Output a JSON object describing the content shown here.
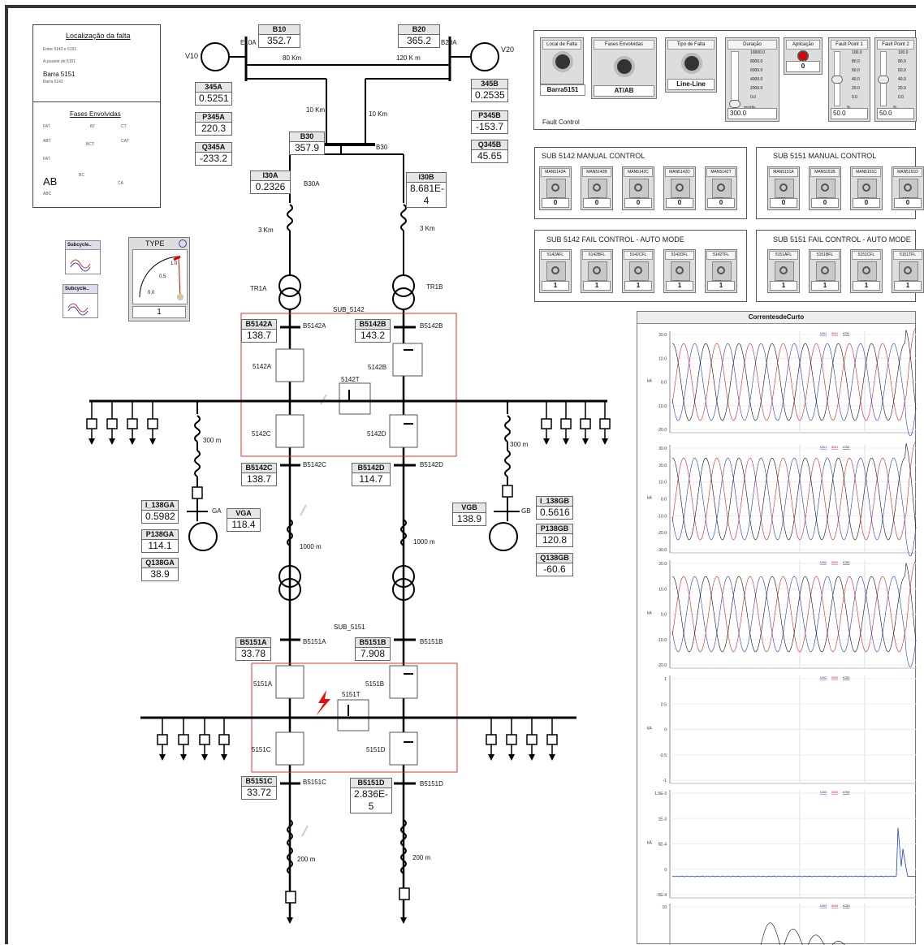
{
  "fault_location": {
    "title": "Localização da falta",
    "line1": "Entre 5142 e 5151",
    "line2": "A jusante de 5151",
    "bus": "Barra 5151",
    "bus_sub": "Barra 5142",
    "phases_title": "Fases Envolvidas",
    "phase_labels": [
      "FAT",
      "BT",
      "CT",
      "ABT",
      "BCT",
      "CAT",
      "FAT",
      "BC",
      "CA"
    ],
    "selected": "AB",
    "selected_sub": "ABC"
  },
  "top_buses": {
    "b10": {
      "label": "B10",
      "value": "352.7"
    },
    "b20": {
      "label": "B20",
      "value": "365.2"
    },
    "b30": {
      "label": "B30",
      "value": "357.9"
    },
    "v10": "V10",
    "v20": "V20",
    "e10a": "E10A",
    "b20a": "B20A",
    "b30_tag": "B30",
    "d80": "80 Km",
    "d120": "120 K m",
    "d10a": "10 Km",
    "d10b": "10 Km"
  },
  "measurements_left": [
    {
      "label": "345A",
      "value": "0.5251"
    },
    {
      "label": "P345A",
      "value": "220.3"
    },
    {
      "label": "Q345A",
      "value": "-233.2"
    }
  ],
  "measurements_right": [
    {
      "label": "345B",
      "value": "0.2535"
    },
    {
      "label": "P345B",
      "value": "-153.7"
    },
    {
      "label": "Q345B",
      "value": "45.65"
    }
  ],
  "i30": {
    "a_label": "I30A",
    "a_value": "0.2326",
    "b_label": "I30B",
    "b_value": "8.681E-4",
    "b30a": "B30A",
    "d3a": "3 Km",
    "d3b": "3 Km",
    "tr1a": "TR1A",
    "tr1b": "TR1B"
  },
  "subcycle_buttons": [
    "Subcycle..",
    "Subcycle.."
  ],
  "type_gauge": {
    "title": "TYPE",
    "value": "1",
    "t1": "1.0",
    "t2": "0.5",
    "t3": "0.0"
  },
  "sub5142": {
    "name": "SUB_5142",
    "b5142a": {
      "label": "B5142A",
      "value": "138.7",
      "tag": "B5142A"
    },
    "b5142b": {
      "label": "B5142B",
      "value": "143.2",
      "tag": "B5142B"
    },
    "b5142c": {
      "label": "B5142C",
      "value": "138.7",
      "tag": "B5142C"
    },
    "b5142d": {
      "label": "B5142D",
      "value": "114.7",
      "tag": "B5142D"
    },
    "sw_a": "5142A",
    "sw_b": "5142B",
    "sw_c": "5142C",
    "sw_d": "5142D",
    "sw_t": "5142T"
  },
  "gen_left": {
    "d300": "300 m",
    "i": {
      "label": "I_138GA",
      "value": "0.5982"
    },
    "p": {
      "label": "P138GA",
      "value": "114.1"
    },
    "q": {
      "label": "Q138GA",
      "value": "38.9"
    },
    "v": {
      "label": "VGA",
      "value": "118.4"
    },
    "ga": "GA",
    "d1000": "1000 m"
  },
  "gen_right": {
    "d300": "300 m",
    "i": {
      "label": "I_138GB",
      "value": "0.5616"
    },
    "p": {
      "label": "P138GB",
      "value": "120.8"
    },
    "q": {
      "label": "Q138GB",
      "value": "-60.6"
    },
    "v": {
      "label": "VGB",
      "value": "138.9"
    },
    "gb": "GB",
    "d1000": "1000 m"
  },
  "sub5151": {
    "name": "SUB_5151",
    "b5151a": {
      "label": "B5151A",
      "value": "33.78",
      "tag": "B5151A"
    },
    "b5151b": {
      "label": "B5151B",
      "value": "7.908",
      "tag": "B5151B"
    },
    "b5151c": {
      "label": "B5151C",
      "value": "33.72",
      "tag": "B5151C"
    },
    "b5151d": {
      "label": "B5151D",
      "value": "2.836E-5",
      "tag": "B5151D"
    },
    "sw_a": "5151A",
    "sw_b": "5151B",
    "sw_c": "5151C",
    "sw_d": "5151D",
    "sw_t": "5151T",
    "d200a": "200 m",
    "d200b": "200 m"
  },
  "fault_control": {
    "title": "Fault Control",
    "local": {
      "header": "Local de Falta",
      "value": "Barra5151"
    },
    "phases": {
      "header": "Fases Envolvidas",
      "value": "AT/AB"
    },
    "type": {
      "header": "Tipo de Falta",
      "value": "Line-Line"
    },
    "duration": {
      "header": "Duração",
      "value": "300.0",
      "ticks": [
        "10000.0",
        "8000.0",
        "6000.0",
        "4000.0",
        "2000.0",
        "0.0"
      ],
      "unit": "ms/div"
    },
    "apply": {
      "header": "Aplicação",
      "value": "0"
    },
    "fp1": {
      "header": "Fault Point 1",
      "value": "50.0",
      "unit": "%",
      "ticks": [
        "100.0",
        "80.0",
        "60.0",
        "40.0",
        "20.0",
        "0.0"
      ]
    },
    "fp2": {
      "header": "Fault Point 2",
      "value": "50.0",
      "unit": "%",
      "ticks": [
        "100.0",
        "80.0",
        "60.0",
        "40.0",
        "20.0",
        "0.0"
      ]
    }
  },
  "manual_5142": {
    "title": "SUB 5142 MANUAL CONTROL",
    "switches": [
      {
        "name": "MAN5142A",
        "state": "OFF",
        "value": "0"
      },
      {
        "name": "MAN5142B",
        "state": "OFF",
        "value": "0"
      },
      {
        "name": "MAN5142C",
        "state": "OFF",
        "value": "0"
      },
      {
        "name": "MAN5142D",
        "state": "OFF",
        "value": "0"
      },
      {
        "name": "MAN5142T",
        "state": "OFF",
        "value": "0"
      }
    ]
  },
  "manual_5151": {
    "title": "SUB 5151 MANUAL CONTROL",
    "switches": [
      {
        "name": "MAN5151A",
        "state": "OFF",
        "value": "0"
      },
      {
        "name": "MAN5151B",
        "state": "OFF",
        "value": "0"
      },
      {
        "name": "MAN5151C",
        "state": "OFF",
        "value": "0"
      },
      {
        "name": "MAN5151D",
        "state": "OFF",
        "value": "0"
      }
    ]
  },
  "auto_5142": {
    "title": "SUB 5142 FAIL CONTROL - AUTO MODE",
    "switches": [
      {
        "name": "5142AFL",
        "state": "NO",
        "value": "1"
      },
      {
        "name": "5142BFL",
        "state": "NO",
        "value": "1"
      },
      {
        "name": "5142CFL",
        "state": "NO",
        "value": "1"
      },
      {
        "name": "5142DFL",
        "state": "NO",
        "value": "1"
      },
      {
        "name": "5142TFL",
        "state": "NO",
        "value": "1"
      }
    ]
  },
  "auto_5151": {
    "title": "SUB 5151 FAIL CONTROL - AUTO MODE",
    "switches": [
      {
        "name": "5151AFL",
        "state": "NO",
        "value": "1"
      },
      {
        "name": "5151BFL",
        "state": "NO",
        "value": "1"
      },
      {
        "name": "5151CFL",
        "state": "NO",
        "value": "1"
      },
      {
        "name": "5151TFL",
        "state": "NO",
        "value": "1"
      }
    ]
  },
  "plot": {
    "title": "CorrentesdeCurto",
    "panels": [
      {
        "legend": [
          "IA51",
          "IB51",
          "IC51"
        ],
        "yticks": [
          "20.0",
          "10.0",
          "0.0",
          "-10.0",
          "-20.0"
        ],
        "ylabel": "kA"
      },
      {
        "legend": [
          "IA51",
          "IB51",
          "IC51"
        ],
        "yticks": [
          "30.0",
          "20.0",
          "10.0",
          "0.0",
          "-10.0",
          "-20.0",
          "-30.0"
        ],
        "ylabel": "kA"
      },
      {
        "legend": [
          "IA52",
          "IB52",
          "IC52"
        ],
        "yticks": [
          "20.0",
          "10.0",
          "0.0",
          "-10.0",
          "-20.0"
        ],
        "ylabel": "kA"
      },
      {
        "legend": [
          "IA52",
          "IB52",
          "IC52"
        ],
        "yticks": [
          "1",
          "0.5",
          "0",
          "-0.5",
          "-1"
        ],
        "ylabel": "kA"
      },
      {
        "legend": [
          "IA53",
          "IB53",
          "IC53"
        ],
        "yticks": [
          "1.5E-3",
          "1E-3",
          "5E-4",
          "0",
          "-5E-4"
        ],
        "ylabel": "kA"
      },
      {
        "legend": [
          "IA53",
          "IB53",
          "IC53"
        ],
        "yticks": [
          "10"
        ],
        "ylabel": ""
      }
    ],
    "colors": {
      "a": "#1a3fd6",
      "b": "#e02020",
      "c": "#111111"
    }
  }
}
